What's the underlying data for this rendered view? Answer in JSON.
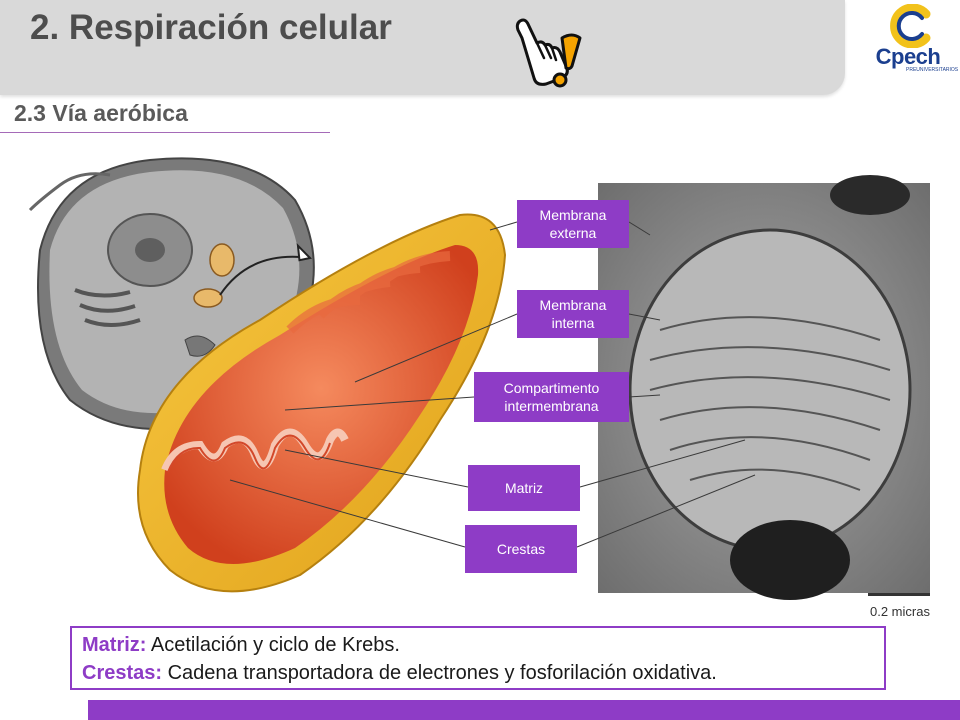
{
  "header": {
    "title": "2. Respiración celular",
    "subtitle": "2.3 Vía aeróbica"
  },
  "logo": {
    "name": "Cpech",
    "tagline": "PREUNIVERSITARIOS"
  },
  "figure": {
    "labels": {
      "membrana_externa": "Membrana externa",
      "membrana_interna": "Membrana interna",
      "compartimento": "Compartimento intermembrana",
      "matriz": "Matriz",
      "crestas": "Crestas"
    },
    "scale": "0.2 micras"
  },
  "info": {
    "line1_key": "Matriz:",
    "line1_text": "Acetilación y ciclo de Krebs.",
    "line2_key": "Crestas:",
    "line2_text": "Cadena transportadora de electrones y fosforilación oxidativa."
  },
  "colors": {
    "accent": "#8e3cc6",
    "title_bar": "#d9d9d9",
    "brand_blue": "#1b3f8f",
    "brand_yellow": "#f2c21b"
  },
  "icons": [
    "pointing-hand-icon",
    "warning-exclamation-icon"
  ]
}
